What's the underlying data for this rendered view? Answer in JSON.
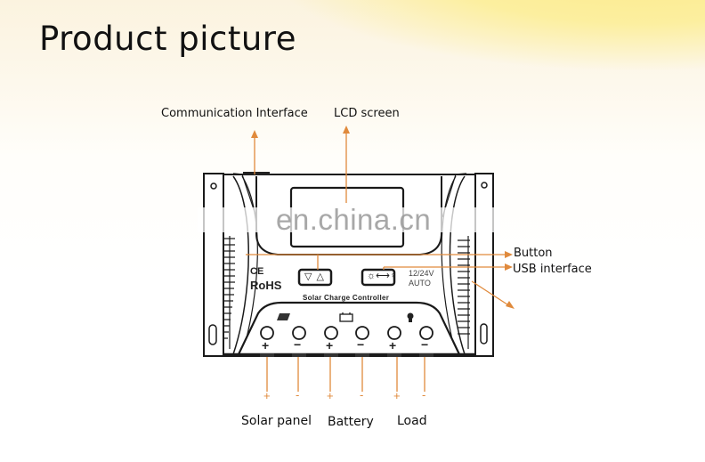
{
  "page": {
    "title": "Product picture"
  },
  "callouts": {
    "communication_interface": "Communication Interface",
    "lcd_screen": "LCD screen",
    "button": "Button",
    "usb_interface": "USB interface"
  },
  "terminals": {
    "groups": [
      {
        "label": "Solar panel",
        "plus": "+",
        "minus": "-"
      },
      {
        "label": "Battery",
        "plus": "+",
        "minus": "-"
      },
      {
        "label": "Load",
        "plus": "+",
        "minus": "-"
      }
    ]
  },
  "device": {
    "name": "Solar Charge Controller",
    "certifications": [
      "CE",
      "RoHS"
    ],
    "voltage": "12/24V",
    "mode": "AUTO",
    "nav_buttons": "▽ △",
    "terminal_signs": [
      "+",
      "−",
      "+",
      "−",
      "+",
      "−"
    ]
  },
  "watermark": "en.china.cn",
  "colors": {
    "callout_line": "#e08a3c",
    "device_outline": "#1a1a1a"
  }
}
